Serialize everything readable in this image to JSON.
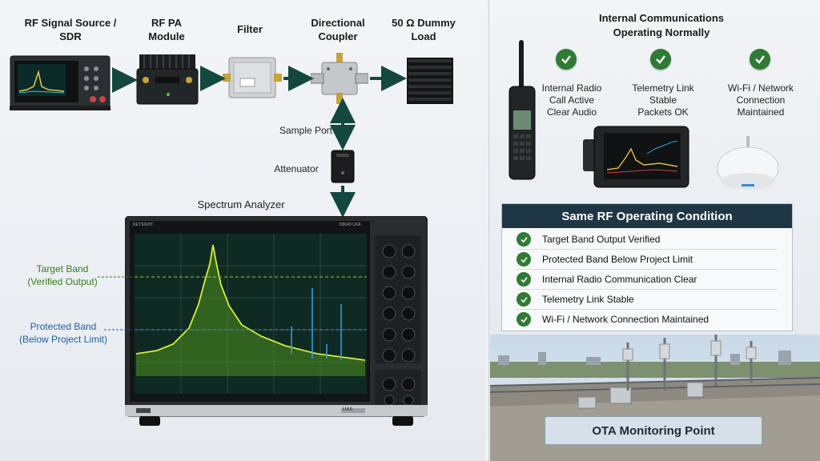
{
  "chain": {
    "rf_source": "RF Signal Source / SDR",
    "rf_pa": "RF PA Module",
    "filter": "Filter",
    "coupler": "Directional Coupler",
    "dummy_load": "50 Ω Dummy Load",
    "sample_port": "Sample Port",
    "attenuator": "Attenuator",
    "spectrum_analyzer": "Spectrum Analyzer"
  },
  "analyzer": {
    "brand": "KEYSIGHT",
    "model": "N9040 UXA",
    "badge": "UXA",
    "target_band": "Target Band",
    "target_band_sub": "(Verified Output)",
    "protected_band": "Protected Band",
    "protected_band_sub": "(Below Project Limit)"
  },
  "comms": {
    "title_line1": "Internal Communications",
    "title_line2": "Operating Normally",
    "items": [
      {
        "lines": [
          "Internal Radio",
          "Call Active",
          "Clear Audio"
        ]
      },
      {
        "lines": [
          "Telemetry Link",
          "Stable",
          "Packets OK"
        ]
      },
      {
        "lines": [
          "Wi-Fi / Network",
          "Connection",
          "Maintained"
        ]
      }
    ]
  },
  "condition": {
    "title": "Same RF Operating Condition",
    "items": [
      "Target Band Output Verified",
      "Protected Band Below Project Limit",
      "Internal Radio Communication Clear",
      "Telemetry Link Stable",
      "Wi-Fi / Network Connection Maintained"
    ]
  },
  "ota": {
    "label": "OTA Monitoring Point"
  },
  "colors": {
    "arrow": "#14473f",
    "check": "#2f7a34",
    "target": "#3a7a1f",
    "protected": "#1f5fa8"
  }
}
